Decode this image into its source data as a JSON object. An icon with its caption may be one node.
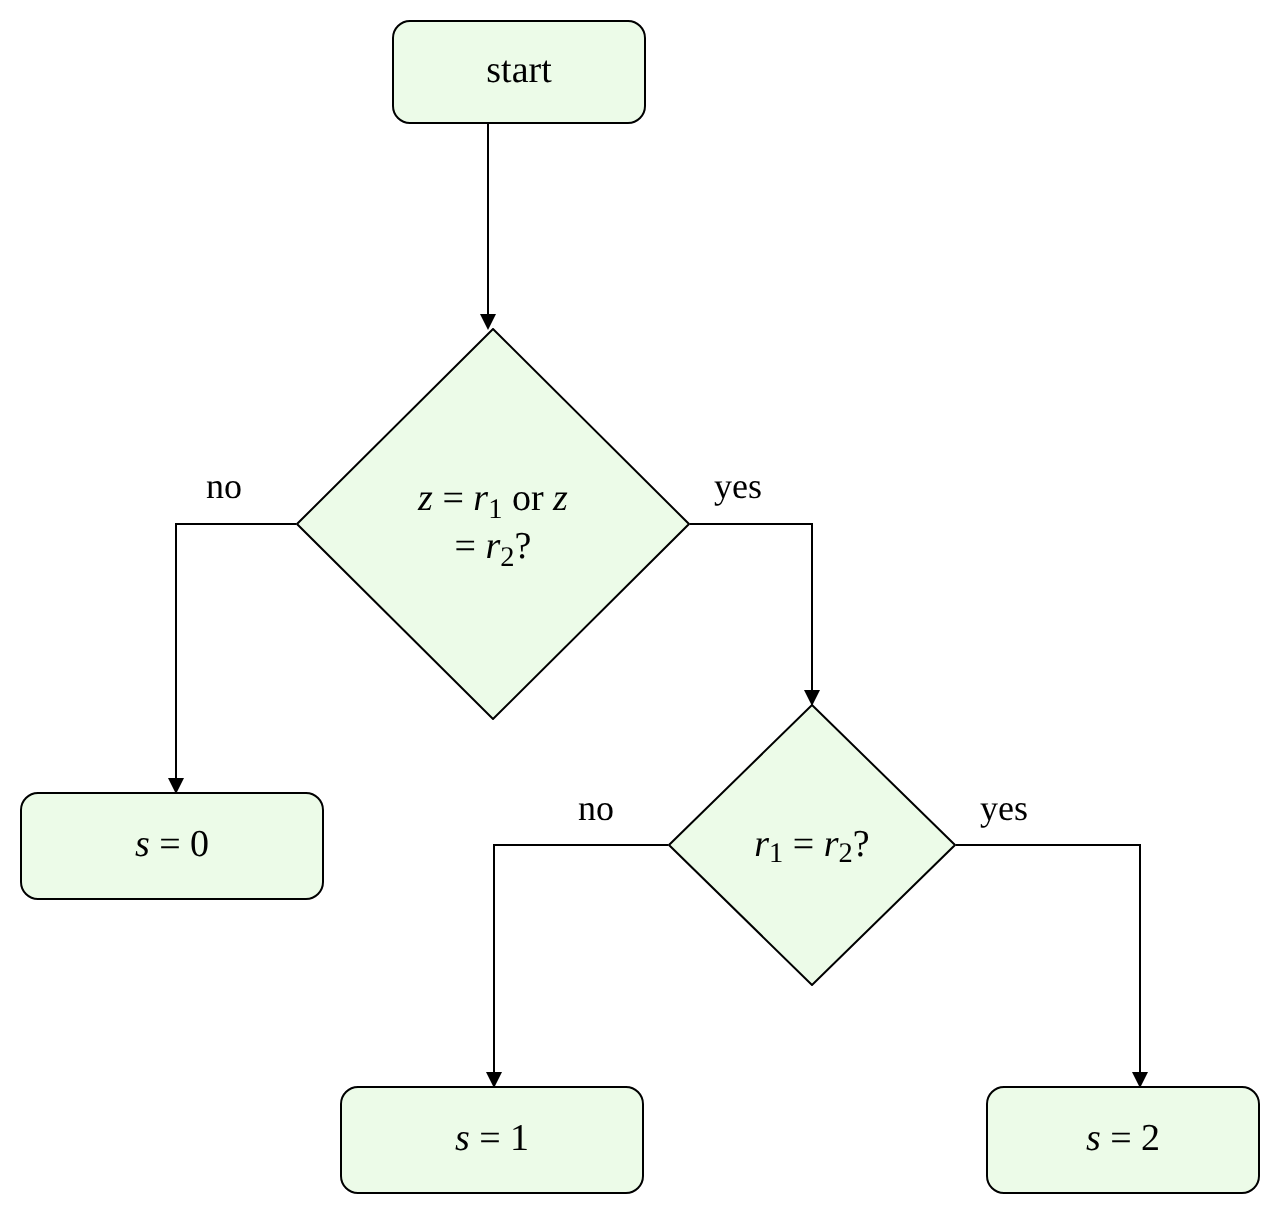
{
  "diagram": {
    "nodes": [
      {
        "text": [
          "start"
        ]
      },
      {
        "text": [
          "*z* = *r*$_{1}$ or *z* = *r*$_{2}$?"
        ]
      },
      {
        "text": [
          "*s* = 0"
        ]
      },
      {
        "text": [
          "*r*$_{1}$ = *r*$_{2}$?"
        ]
      },
      {
        "text": [
          "*s* = 1"
        ]
      },
      {
        "text": [
          "*s* = 2"
        ]
      }
    ],
    "edges": [
      {
        "from": 0,
        "to": 1,
        "arrow": "to"
      },
      {
        "from": 1,
        "to": 2,
        "arrow": "to",
        "label": "no"
      },
      {
        "from": 1,
        "to": 3,
        "arrow": "to",
        "label": "yes"
      },
      {
        "from": 3,
        "to": 4,
        "arrow": "to",
        "label": "no"
      },
      {
        "from": 3,
        "to": 5,
        "arrow": "to",
        "label": "yes"
      }
    ]
  }
}
